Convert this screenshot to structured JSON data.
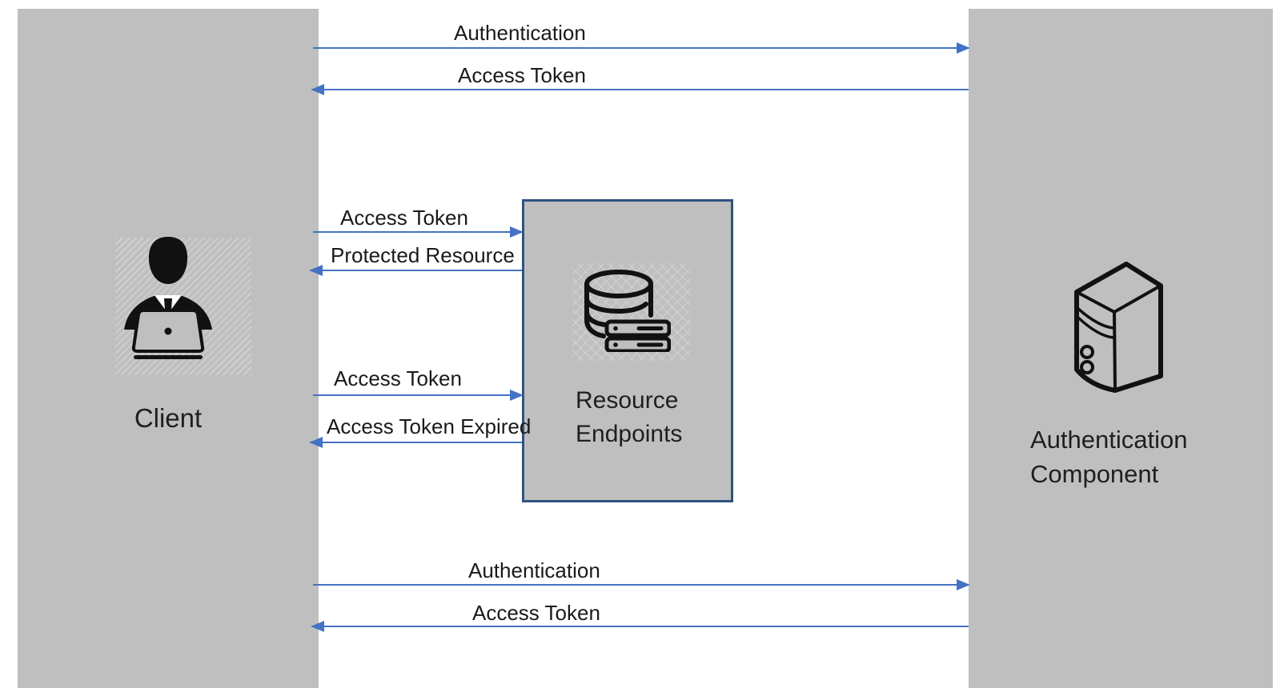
{
  "diagram": {
    "title": "authentication-token-flow",
    "colors": {
      "panel_fill": "#BFBFBF",
      "arrow_blue": "#4472C4",
      "resource_box_border": "#2F5380",
      "icon_black": "#111111",
      "text": "#1F1F1F",
      "background": "#FFFFFF"
    },
    "nodes": {
      "client": {
        "label": "Client",
        "icon": "person-at-laptop-icon"
      },
      "resource_endpoints": {
        "label_line1": "Resource",
        "label_line2": "Endpoints",
        "icon": "database-servers-icon"
      },
      "authentication_component": {
        "label_line1": "Authentication",
        "label_line2": "Component",
        "icon": "server-tower-icon"
      }
    },
    "messages": [
      {
        "label": "Authentication",
        "from": "client",
        "to": "authentication_component",
        "direction": "right"
      },
      {
        "label": "Access Token",
        "from": "authentication_component",
        "to": "client",
        "direction": "left"
      },
      {
        "label": "Access Token",
        "from": "client",
        "to": "resource_endpoints",
        "direction": "right"
      },
      {
        "label": "Protected Resource",
        "from": "resource_endpoints",
        "to": "client",
        "direction": "left"
      },
      {
        "label": "Access Token",
        "from": "client",
        "to": "resource_endpoints",
        "direction": "right"
      },
      {
        "label": "Access Token Expired",
        "from": "resource_endpoints",
        "to": "client",
        "direction": "left"
      },
      {
        "label": "Authentication",
        "from": "client",
        "to": "authentication_component",
        "direction": "right"
      },
      {
        "label": "Access Token",
        "from": "authentication_component",
        "to": "client",
        "direction": "left"
      }
    ]
  }
}
